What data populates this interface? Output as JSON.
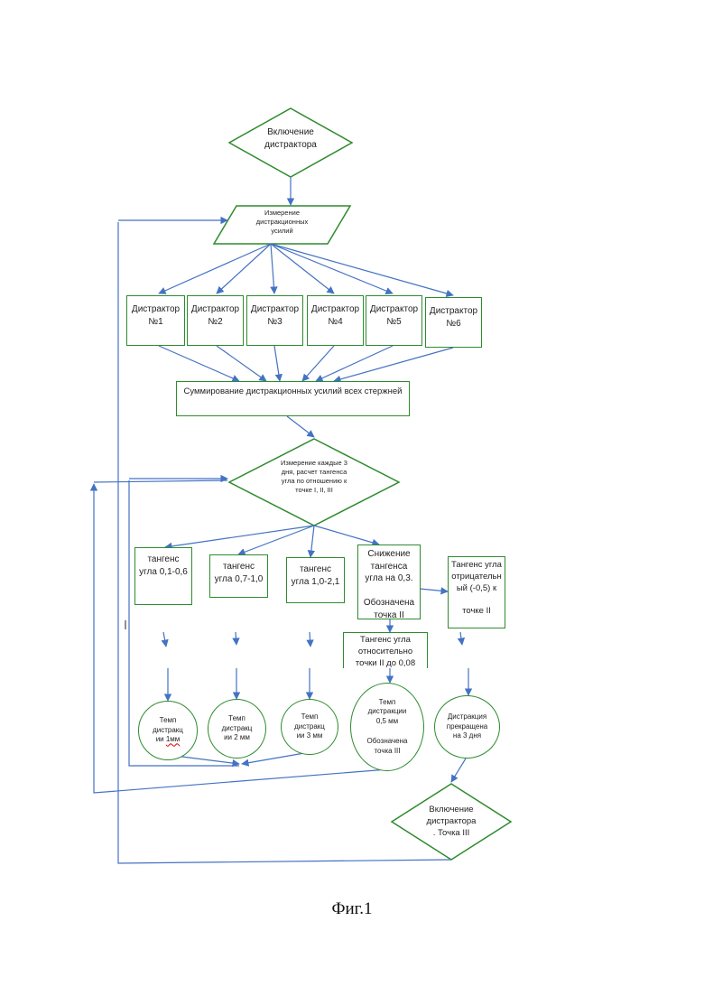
{
  "nodes": {
    "start": "Включение\nдистрактора",
    "measure_forces": "Измерение\nдистракционных\nусилий",
    "distractors": [
      "Дистрактор\n№1",
      "Дистрактор\n№2",
      "Дистрактор\n№3",
      "Дистрактор\n№4",
      "Дистрактор\n№5",
      "Дистрактор\n№6"
    ],
    "sum": "Суммирование дистракционных усилий всех стержней",
    "measure_3days": "Измерение каждые 3\nдня, расчет тангенса\nугла по отношению к\nточке I, II, III",
    "tan1": "тангенс\nугла 0,1-0,6",
    "tan2": "тангенс\nугла 0,7-1,0",
    "tan3": "тангенс\nугла 1,0-2,1",
    "tan4": "Снижение\nтангенса\nугла на 0,3.\n\nОбозначена\nточка II",
    "tan5": "Тангенс угла\nотрицательн\nый (-0,5) к\n\nточке II",
    "tan_rel": "Тангенс угла\nотносительно\nточки II   до 0,08",
    "rate1_prefix": "Темп\nдистракц\nии ",
    "rate1_underlined": "1мм",
    "rate2": "Темп\nдистракц\nии 2 мм",
    "rate3": "Темп\nдистракц\nии 3 мм",
    "rate4": "Темп\nдистракции\n0,5 мм\n\nОбозначена\nточка III",
    "stop": "Дистракция\nпрекращена\nна 3 дня",
    "restart": "Включение\nдистрактора\n. Точка III"
  },
  "caption": "Фиг.1",
  "colors": {
    "line": "#4472c4",
    "shape": "#2e8b2e"
  }
}
